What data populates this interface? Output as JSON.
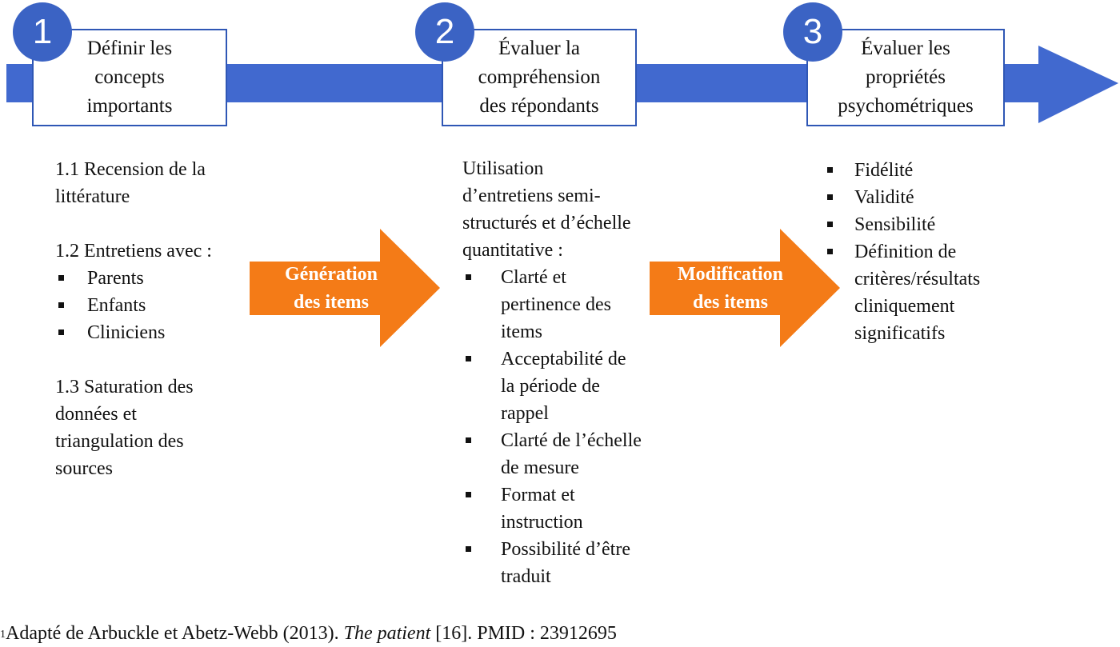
{
  "steps": [
    {
      "number": "1",
      "title_lines": [
        "Définir les",
        "concepts",
        "importants"
      ]
    },
    {
      "number": "2",
      "title_lines": [
        "Évaluer la",
        "compréhension",
        "des répondants"
      ]
    },
    {
      "number": "3",
      "title_lines": [
        "Évaluer les",
        "propriétés",
        "psychométriques"
      ]
    }
  ],
  "column1": {
    "s11": [
      "1.1 Recension de la",
      "littérature"
    ],
    "s12": "1.2 Entretiens avec :",
    "s12_items": [
      "Parents",
      "Enfants",
      "Cliniciens"
    ],
    "s13": [
      "1.3 Saturation des",
      "données et",
      "triangulation des",
      "sources"
    ]
  },
  "column2": {
    "intro": [
      "Utilisation",
      "d’entretiens semi-",
      "structurés et d’échelle",
      "quantitative :"
    ],
    "items": [
      [
        "Clarté et",
        "pertinence des",
        "items"
      ],
      [
        "Acceptabilité de",
        "la période de",
        "rappel"
      ],
      [
        "Clarté de l’échelle",
        "de mesure"
      ],
      [
        "Format et",
        "instruction"
      ],
      [
        "Possibilité d’être",
        "traduit"
      ]
    ]
  },
  "column3": {
    "items": [
      [
        "Fidélité"
      ],
      [
        "Validité"
      ],
      [
        "Sensibilité"
      ],
      [
        "Définition de",
        "critères/résultats",
        "cliniquement",
        "significatifs"
      ]
    ]
  },
  "connectors": [
    {
      "lines": [
        "Génération",
        "des items"
      ]
    },
    {
      "lines": [
        "Modification",
        "des items"
      ]
    }
  ],
  "footnote": {
    "sup": "1",
    "pre": "Adapté de Arbuckle et Abetz-Webb (2013). ",
    "italic": "The patient",
    "post": " [16]. PMID : 23912695"
  },
  "colors": {
    "main_arrow": "#4169cf",
    "step_circle": "#3b63c4",
    "connector_arrow": "#f47b17"
  }
}
